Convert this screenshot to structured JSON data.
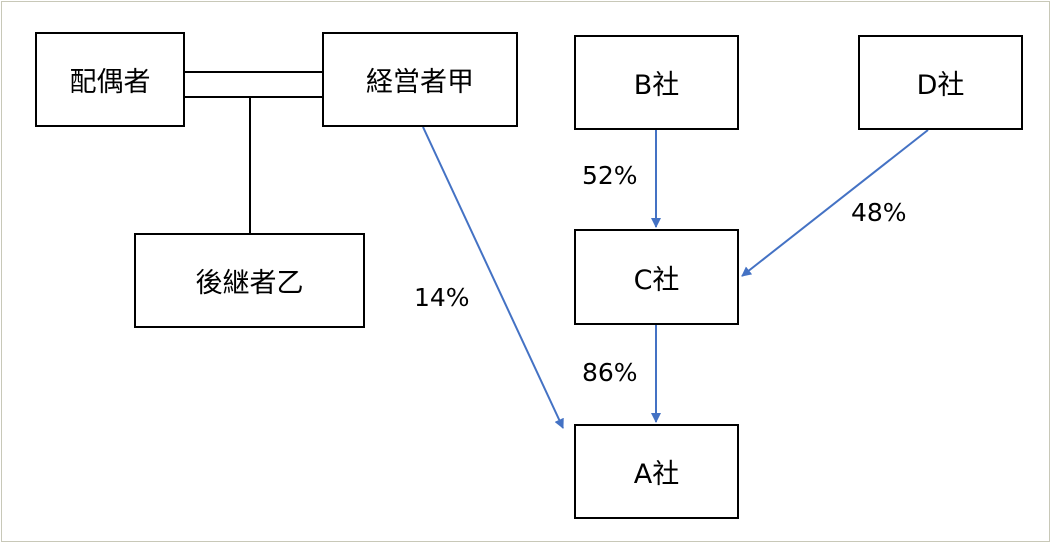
{
  "nodes": {
    "spouse": "配偶者",
    "owner": "経営者甲",
    "successor": "後継者乙",
    "company_b": "B社",
    "company_d": "D社",
    "company_c": "C社",
    "company_a": "A社"
  },
  "edges": {
    "owner_to_a": "14%",
    "b_to_c": "52%",
    "d_to_c": "48%",
    "c_to_a": "86%"
  },
  "colors": {
    "arrow": "#4472c4",
    "line": "#000000",
    "border": "#c8c8b8"
  }
}
